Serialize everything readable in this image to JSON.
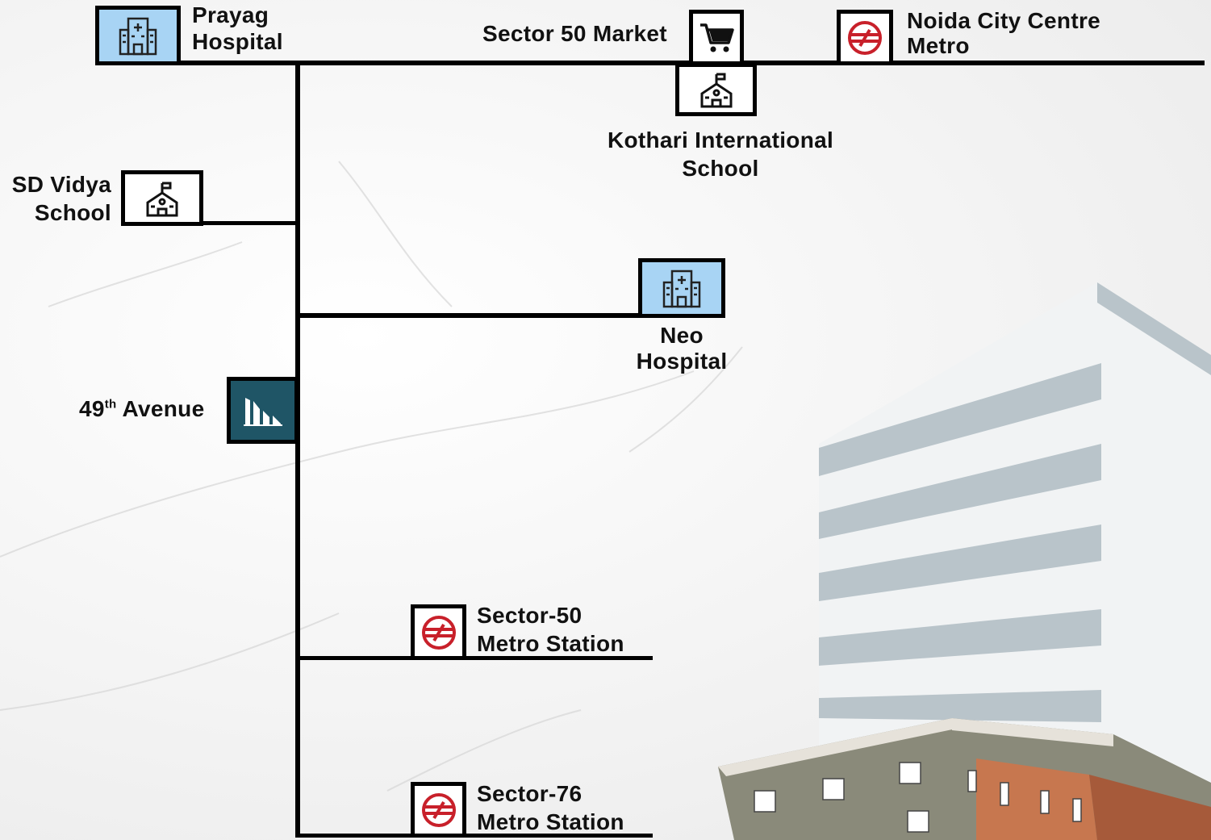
{
  "places": {
    "prayag_hospital": {
      "line1": "Prayag",
      "line2": "Hospital",
      "icon": "hospital-icon"
    },
    "sector50_market": {
      "label": "Sector 50 Market",
      "icon": "shopping-cart-icon"
    },
    "noida_city_centre": {
      "line1": "Noida City Centre",
      "line2": "Metro",
      "icon": "metro-icon"
    },
    "kothari_school": {
      "line1": "Kothari International",
      "line2": "School",
      "icon": "school-icon"
    },
    "sd_vidya_school": {
      "line1": "SD Vidya",
      "line2": "School",
      "icon": "school-icon"
    },
    "neo_hospital": {
      "line1": "Neo",
      "line2": "Hospital",
      "icon": "hospital-icon"
    },
    "avenue_49": {
      "prefix": "49",
      "sup": "th",
      "suffix": " Avenue",
      "icon": "brand-logo-icon"
    },
    "sector50_metro": {
      "line1": "Sector-50",
      "line2": "Metro Station",
      "icon": "metro-icon"
    },
    "sector76_metro": {
      "line1": "Sector-76",
      "line2": "Metro Station",
      "icon": "metro-icon"
    }
  },
  "colors": {
    "road": "#000000",
    "hospital_box": "#a8d4f4",
    "metro_red": "#c8202a",
    "brand_teal": "#1f5566"
  }
}
